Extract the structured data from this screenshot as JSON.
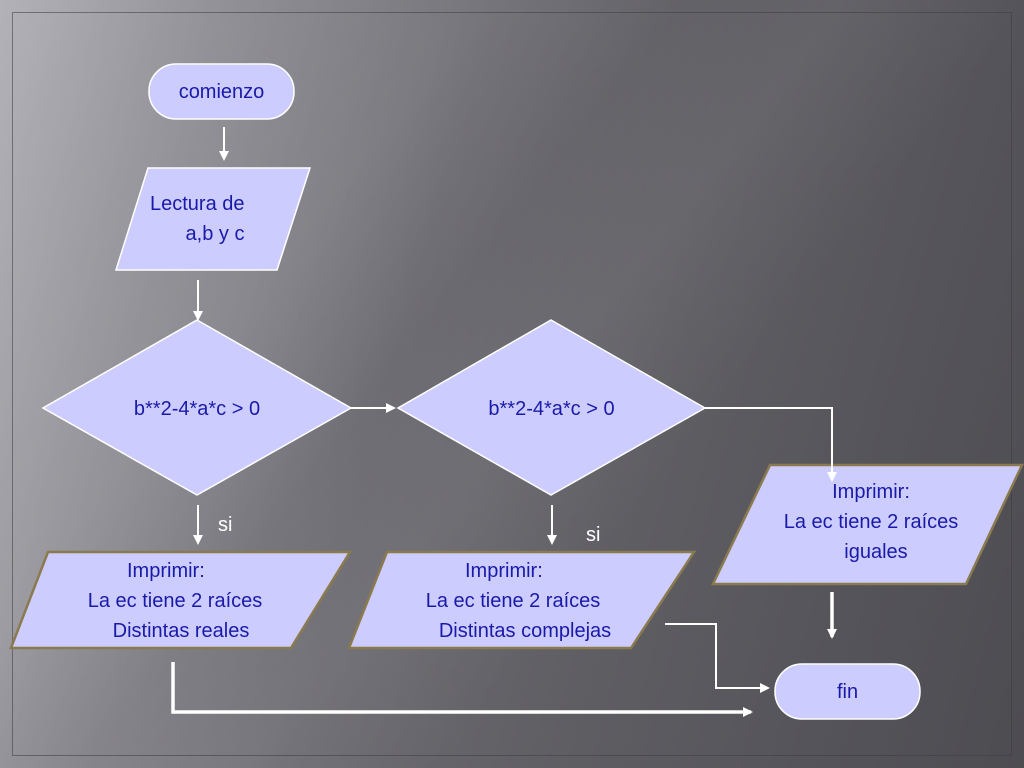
{
  "nodes": {
    "start": {
      "text": "comienzo"
    },
    "input": {
      "lines": [
        "Lectura de",
        "a,b y c"
      ]
    },
    "decision1": {
      "text": "b**2-4*a*c > 0"
    },
    "decision2": {
      "text": "b**2-4*a*c > 0"
    },
    "print_real": {
      "lines": [
        "Imprimir:",
        "La ec tiene 2 raíces",
        "Distintas reales"
      ]
    },
    "print_complex": {
      "lines": [
        "Imprimir:",
        "La ec tiene 2 raíces",
        "Distintas complejas"
      ]
    },
    "print_equal": {
      "lines": [
        "Imprimir:",
        "La ec tiene 2 raíces",
        "iguales"
      ]
    },
    "end": {
      "text": "fin"
    }
  },
  "edge_labels": {
    "branch1": "si",
    "branch2": "si"
  },
  "colors": {
    "shape_fill": "#ccccff",
    "shape_border": "#8a7a4e",
    "text": "#1a1aa8",
    "connector": "#ffffff"
  }
}
